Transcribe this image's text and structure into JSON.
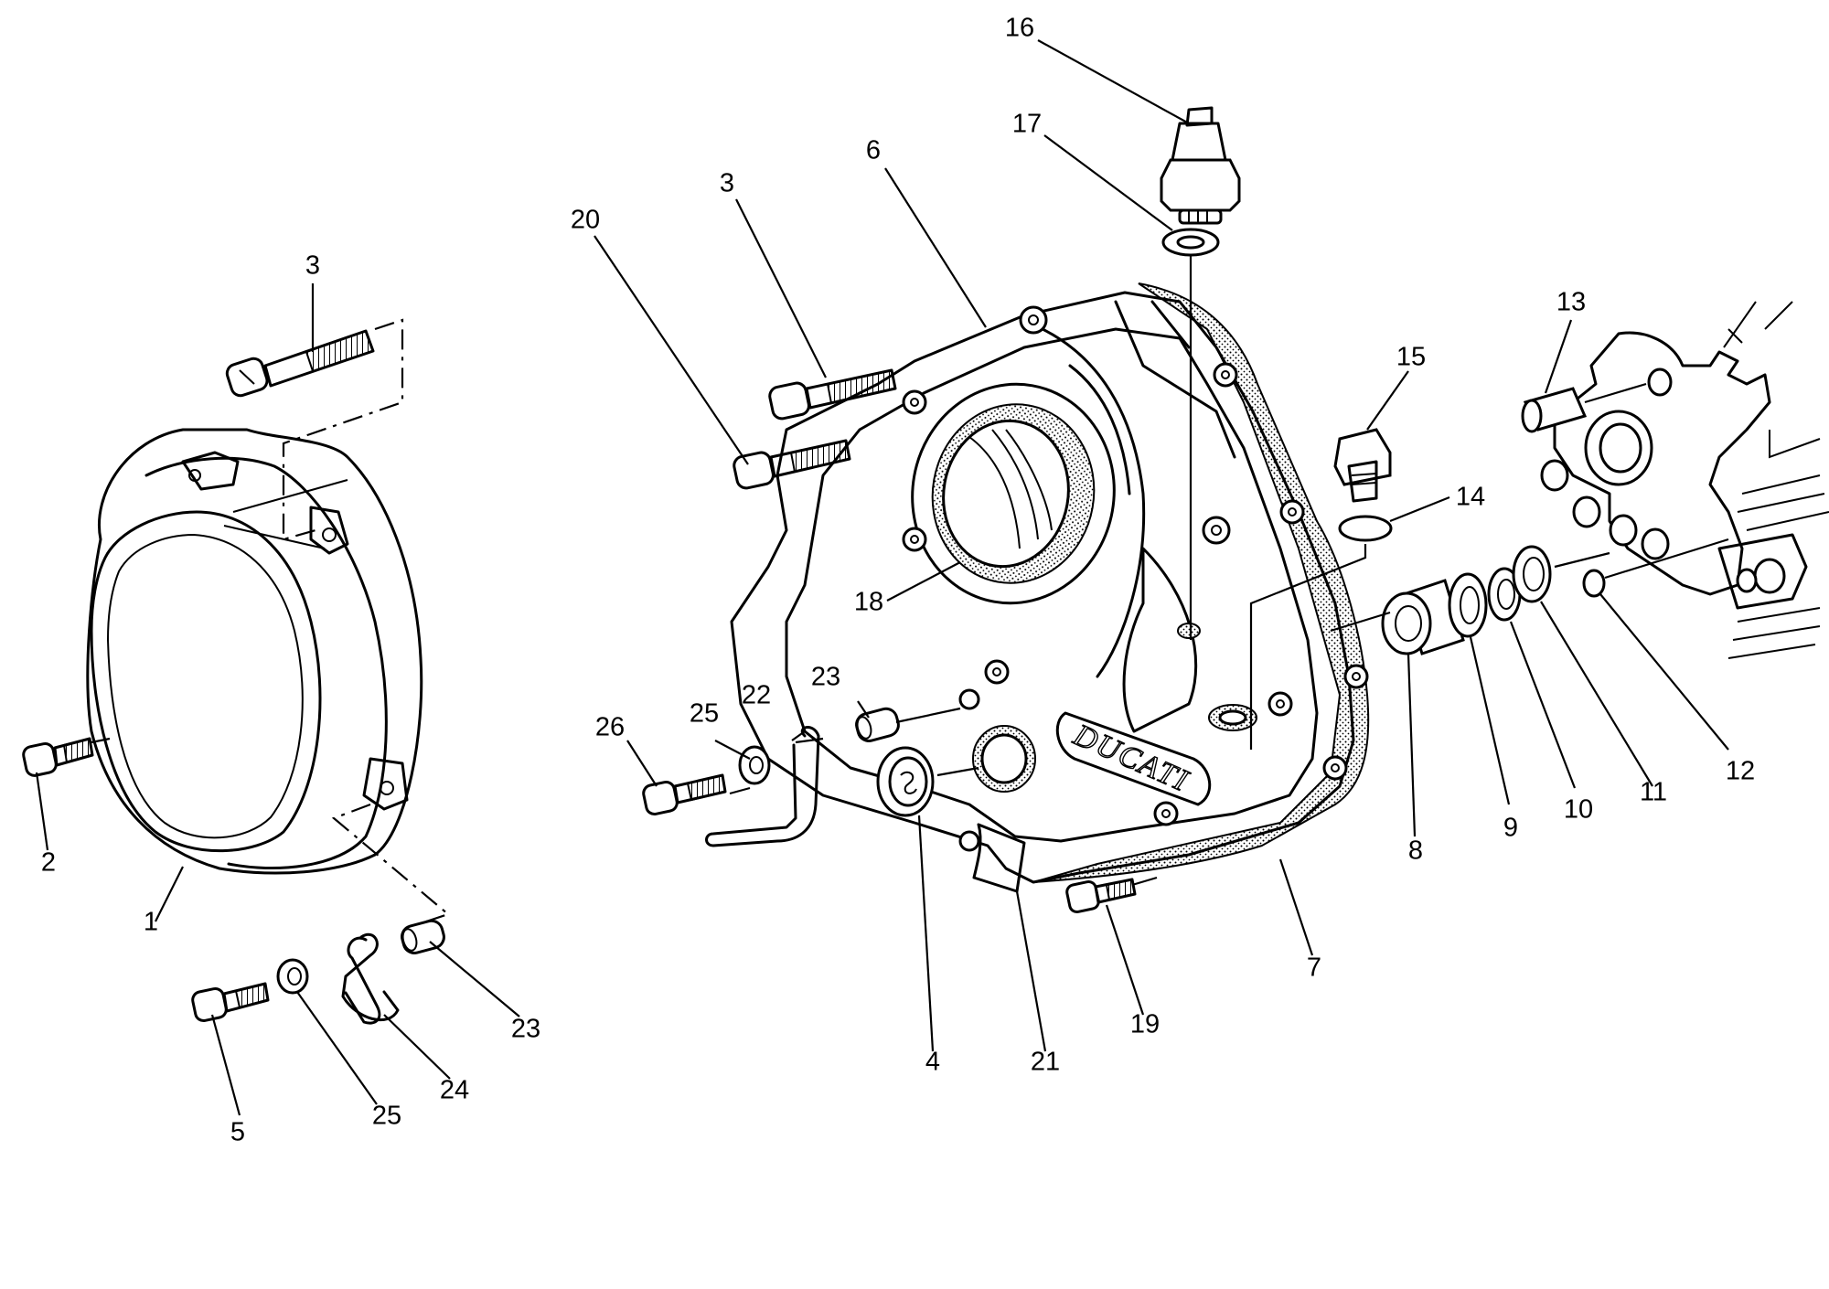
{
  "diagram": {
    "callouts": [
      {
        "label": "1"
      },
      {
        "label": "2"
      },
      {
        "label": "3"
      },
      {
        "label": "5"
      },
      {
        "label": "25"
      },
      {
        "label": "24"
      },
      {
        "label": "23"
      },
      {
        "label": "20"
      },
      {
        "label": "3"
      },
      {
        "label": "6"
      },
      {
        "label": "16"
      },
      {
        "label": "17"
      },
      {
        "label": "18"
      },
      {
        "label": "26"
      },
      {
        "label": "25"
      },
      {
        "label": "22"
      },
      {
        "label": "23"
      },
      {
        "label": "4"
      },
      {
        "label": "21"
      },
      {
        "label": "19"
      },
      {
        "label": "7"
      },
      {
        "label": "15"
      },
      {
        "label": "14"
      },
      {
        "label": "13"
      },
      {
        "label": "8"
      },
      {
        "label": "9"
      },
      {
        "label": "10"
      },
      {
        "label": "11"
      },
      {
        "label": "12"
      }
    ],
    "logo_text": "DUCATI"
  }
}
